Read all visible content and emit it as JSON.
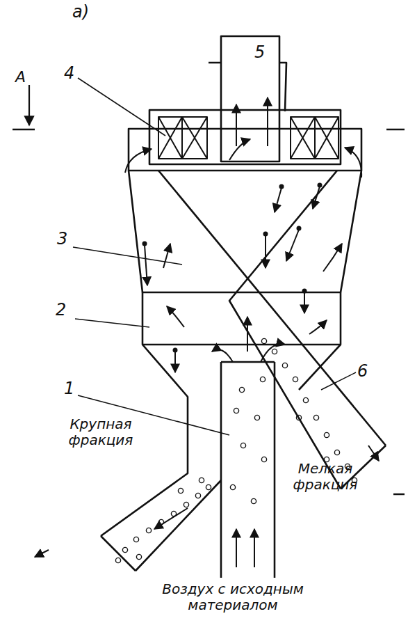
{
  "diagram": {
    "labels": [
      "а)",
      "А",
      "4",
      "5",
      "3",
      "2",
      "1",
      "6",
      "Крупная фракция",
      "Мелкая фракция",
      "Воздух с исходным материалом"
    ]
  }
}
